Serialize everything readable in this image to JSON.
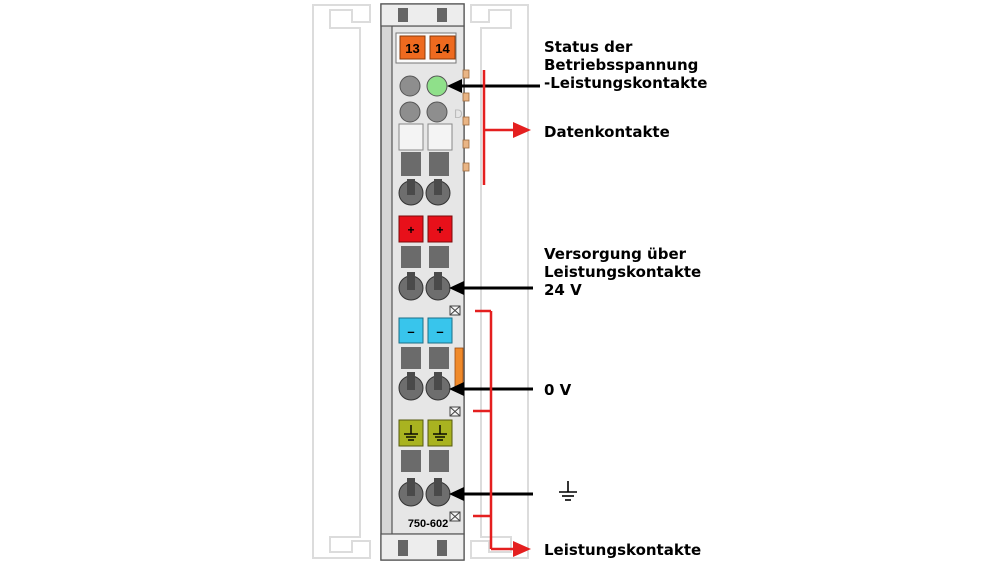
{
  "module": {
    "terminal_numbers": [
      "13",
      "14"
    ],
    "led_letter": "D",
    "plus_sign": "+",
    "minus_sign": "–",
    "part_number": "750-602"
  },
  "labels": {
    "status": [
      "Status der",
      "Betriebsspannung",
      "-Leistungskontakte"
    ],
    "data_contacts": "Datenkontakte",
    "supply": [
      "Versorgung über",
      "Leistungskontakte",
      "24 V"
    ],
    "zero_volt": "0 V",
    "ground_symbol": "ground-symbol",
    "power_contacts": "Leistungskontakte"
  },
  "colors": {
    "housing": "#e3e3e3",
    "terminal_orange": "#ee6a1f",
    "led_green": "#8fe08a",
    "plus_red": "#e8101a",
    "minus_blue": "#38c5ec",
    "ground_green": "#a9b320",
    "arrow_red": "#e41f1f",
    "contact_tan": "#e9b585"
  }
}
